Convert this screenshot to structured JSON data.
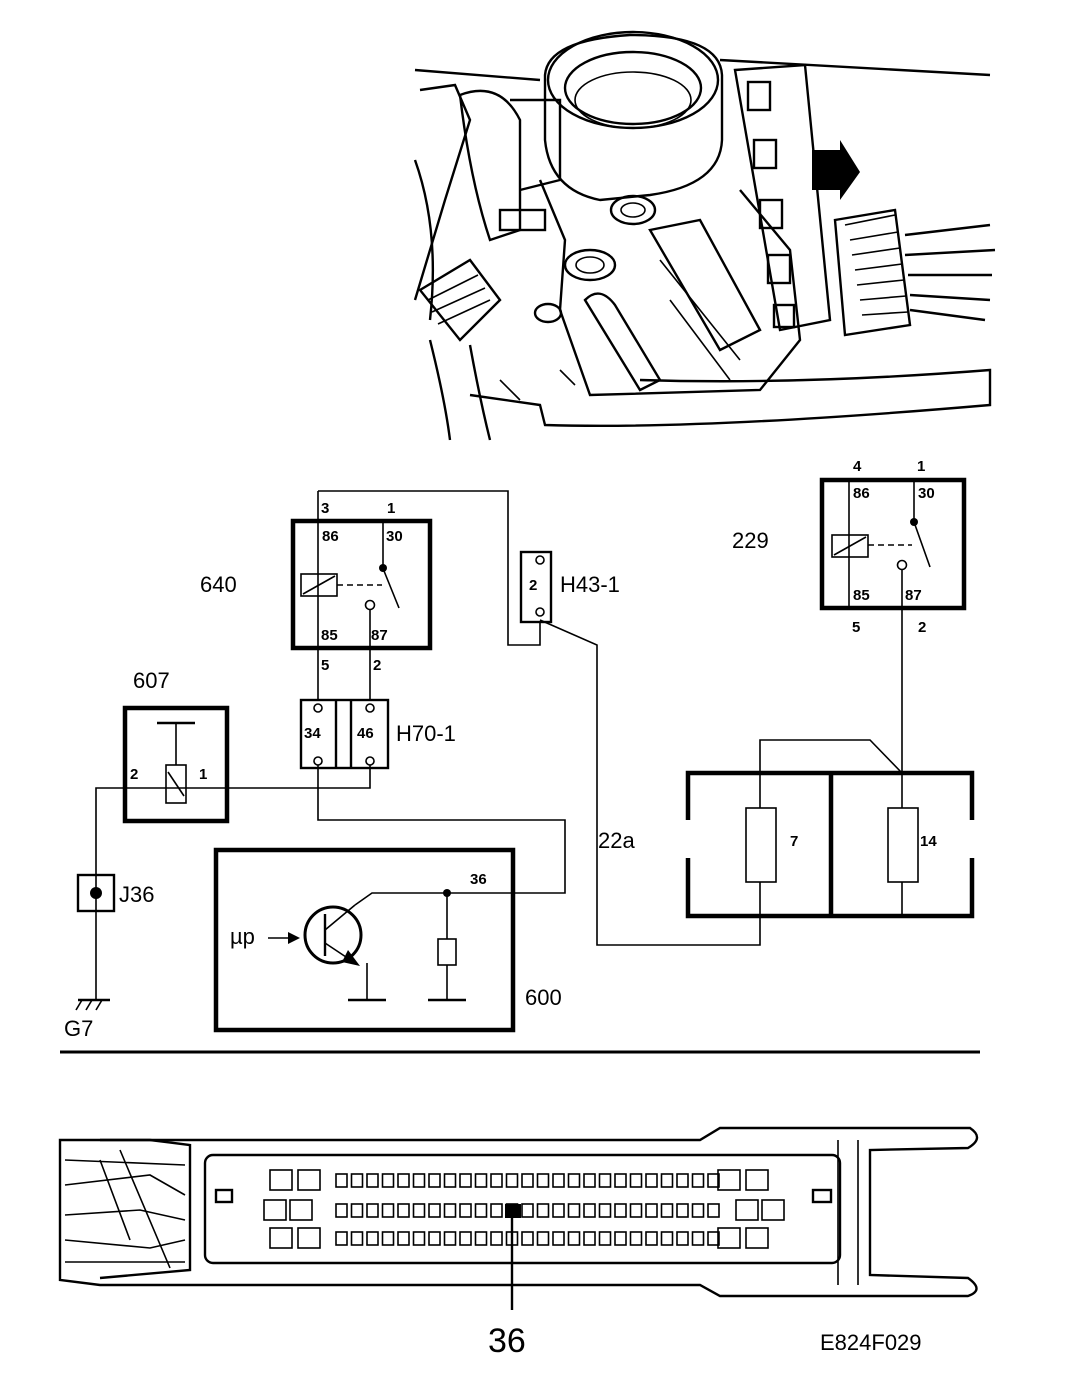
{
  "figure_code": "E824F029",
  "components": {
    "relay_640": {
      "label": "640",
      "pins": {
        "p86": "86",
        "p30": "30",
        "p85": "85",
        "p87": "87"
      },
      "terminals": {
        "top_left": "3",
        "top_right": "1",
        "bottom_left": "5",
        "bottom_right": "2"
      }
    },
    "relay_229": {
      "label": "229",
      "pins": {
        "p86": "86",
        "p30": "30",
        "p85": "85",
        "p87": "87"
      },
      "terminals": {
        "top_left": "4",
        "top_right": "1",
        "bottom_left": "5",
        "bottom_right": "2"
      }
    },
    "connector_h43": {
      "label": "H43-1",
      "pin": "2"
    },
    "connector_h70": {
      "label": "H70-1",
      "pin_left": "34",
      "pin_right": "46"
    },
    "component_607": {
      "label": "607",
      "pin_left": "2",
      "pin_right": "1"
    },
    "junction_j36": {
      "label": "J36"
    },
    "ground_g7": {
      "label": "G7"
    },
    "ecu_600": {
      "label": "600",
      "pin": "36",
      "input": "µp"
    },
    "fusebox": {
      "fuse_left": "7",
      "fuse_right": "14"
    },
    "wire_22a": {
      "label": "22a"
    }
  },
  "connector_callout": {
    "pin": "36"
  }
}
